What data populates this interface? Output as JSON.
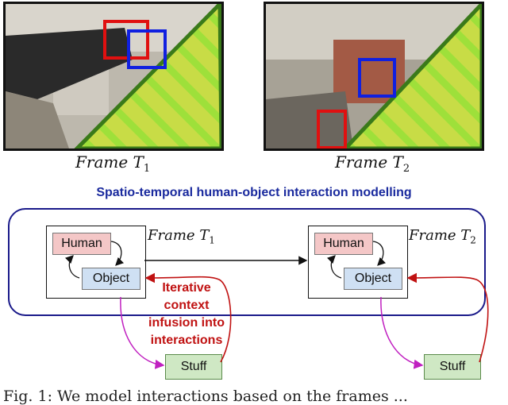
{
  "frames": [
    {
      "label": "Frame T",
      "sub": "1"
    },
    {
      "label": "Frame T",
      "sub": "2"
    }
  ],
  "diagram_title": "Spatio-temporal human-object interaction modelling",
  "nodes": {
    "human": "Human",
    "object": "Object",
    "stuff": "Stuff"
  },
  "iterative_lines": [
    "Iterative",
    "context",
    "infusion into",
    "interactions"
  ],
  "caption_fragment": "Fig. 1: We model interactions based on the frames ...",
  "colors": {
    "title_blue": "#1a2a9e",
    "outer_border": "#1a1a8a",
    "human_fill": "#f4c7c7",
    "object_fill": "#cfe0f3",
    "stuff_fill": "#cfe8c4",
    "iterative_red": "#c01212",
    "arrow_magenta": "#c020c0",
    "hatch_green": "#9ee03a",
    "hatch_border": "#3a7a1a",
    "bbox_red": "#e01010",
    "bbox_blue": "#1020e0"
  }
}
